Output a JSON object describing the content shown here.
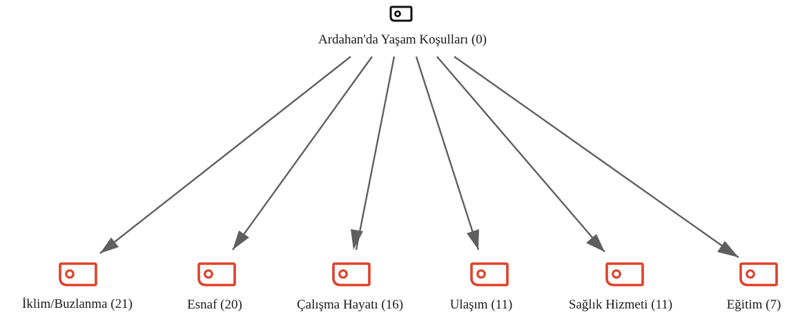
{
  "root": {
    "label": "Ardahan'da Yaşam Koşulları (0)",
    "icon": "tag-icon",
    "color": "#111111"
  },
  "children": [
    {
      "label": "İklim/Buzlanma (21)",
      "icon": "tag-icon"
    },
    {
      "label": "Esnaf (20)",
      "icon": "tag-icon"
    },
    {
      "label": "Çalışma Hayatı (16)",
      "icon": "tag-icon"
    },
    {
      "label": "Ulaşım (11)",
      "icon": "tag-icon"
    },
    {
      "label": "Sağlık Hizmeti (11)",
      "icon": "tag-icon"
    },
    {
      "label": "Eğitim (7)",
      "icon": "tag-icon"
    }
  ],
  "colors": {
    "child_icon": "#e0402a",
    "edge": "#5f5f5f",
    "text": "#1a1a1a"
  }
}
